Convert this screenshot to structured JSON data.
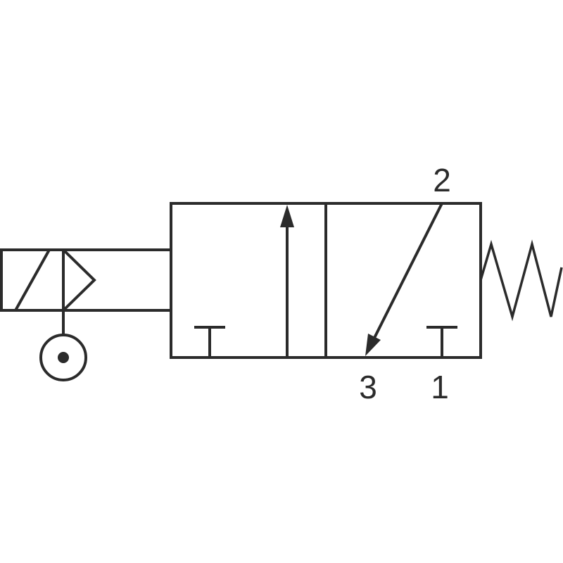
{
  "ports": {
    "port_2": "2",
    "port_3": "3",
    "port_1": "1"
  },
  "icons": {
    "actuator": "solenoid-icon",
    "indicator": "led-indicator-icon",
    "return": "spring-return-icon"
  },
  "colors": {
    "line": "#2b2b2b",
    "background": "#ffffff"
  }
}
